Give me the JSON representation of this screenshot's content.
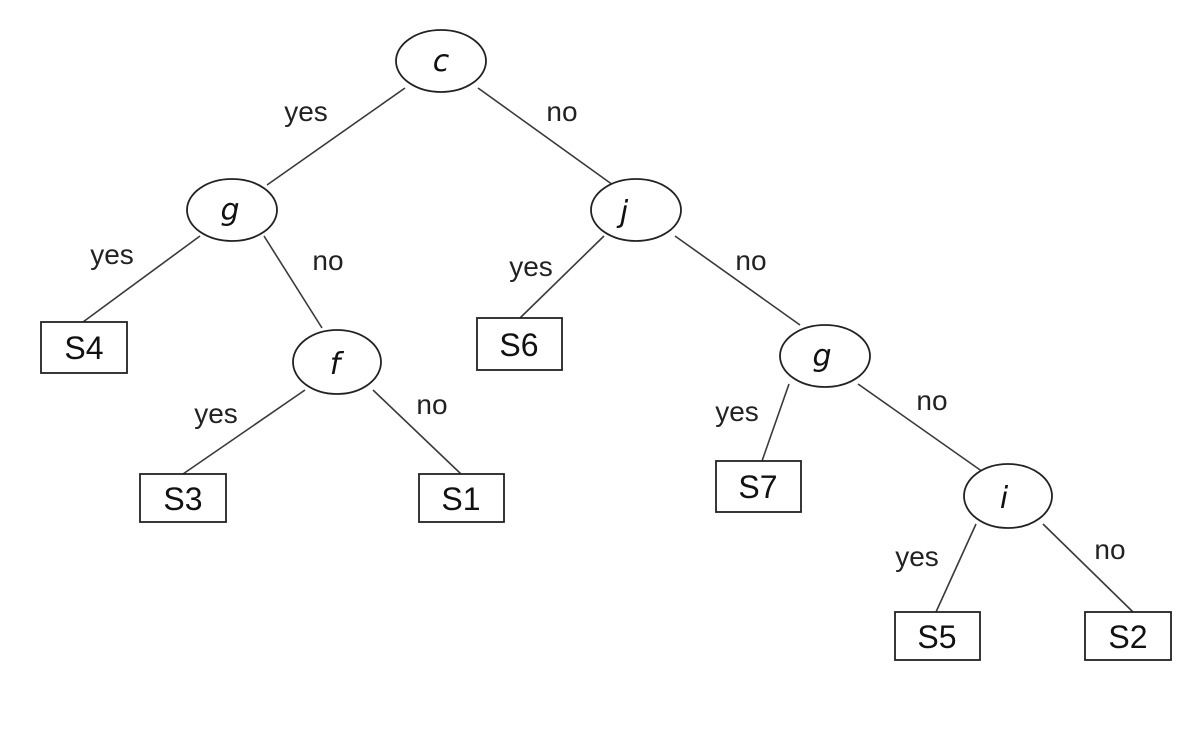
{
  "tree": {
    "decision_nodes": [
      {
        "id": "n_root",
        "label": "c"
      },
      {
        "id": "n_g1",
        "label": "g"
      },
      {
        "id": "n_j",
        "label": "j"
      },
      {
        "id": "n_f",
        "label": "f"
      },
      {
        "id": "n_g2",
        "label": "g"
      },
      {
        "id": "n_i",
        "label": "i"
      }
    ],
    "leaves": [
      {
        "id": "l_s4",
        "label": "S4"
      },
      {
        "id": "l_s3",
        "label": "S3"
      },
      {
        "id": "l_s1",
        "label": "S1"
      },
      {
        "id": "l_s6",
        "label": "S6"
      },
      {
        "id": "l_s7",
        "label": "S7"
      },
      {
        "id": "l_s5",
        "label": "S5"
      },
      {
        "id": "l_s2",
        "label": "S2"
      }
    ],
    "edges": [
      {
        "from": "n_root",
        "to": "n_g1",
        "label": "yes"
      },
      {
        "from": "n_root",
        "to": "n_j",
        "label": "no"
      },
      {
        "from": "n_g1",
        "to": "l_s4",
        "label": "yes"
      },
      {
        "from": "n_g1",
        "to": "n_f",
        "label": "no"
      },
      {
        "from": "n_f",
        "to": "l_s3",
        "label": "yes"
      },
      {
        "from": "n_f",
        "to": "l_s1",
        "label": "no"
      },
      {
        "from": "n_j",
        "to": "l_s6",
        "label": "yes"
      },
      {
        "from": "n_j",
        "to": "n_g2",
        "label": "no"
      },
      {
        "from": "n_g2",
        "to": "l_s7",
        "label": "yes"
      },
      {
        "from": "n_g2",
        "to": "n_i",
        "label": "no"
      },
      {
        "from": "n_i",
        "to": "l_s5",
        "label": "yes"
      },
      {
        "from": "n_i",
        "to": "l_s2",
        "label": "no"
      }
    ]
  }
}
